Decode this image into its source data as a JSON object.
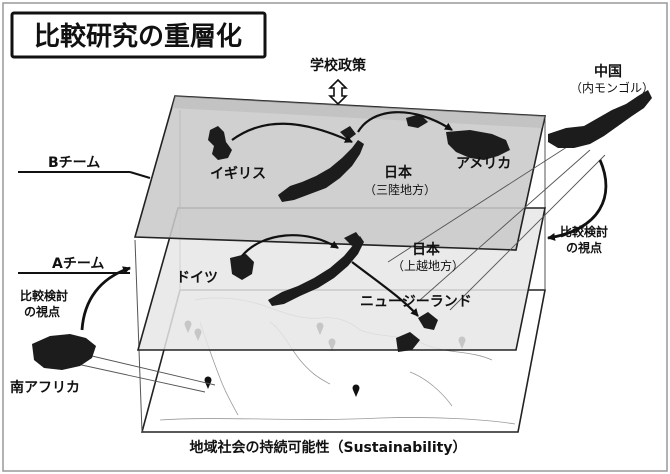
{
  "title": "比較研究の重層化",
  "labels": {
    "school_policy": "学校政策",
    "team_b": "Bチーム",
    "team_a": "Aチーム",
    "uk": "イギリス",
    "japan_b_name": "日本",
    "japan_b_region": "（三陸地方）",
    "usa": "アメリカ",
    "germany": "ドイツ",
    "japan_a_name": "日本",
    "japan_a_region": "（上越地方）",
    "new_zealand": "ニュージーランド",
    "china_name": "中国",
    "china_region": "（内モンゴル）",
    "viewpoint_right_1": "比較検討",
    "viewpoint_right_2": "の視点",
    "viewpoint_left_1": "比較検討",
    "viewpoint_left_2": "の視点",
    "south_africa": "南アフリカ",
    "sustainability": "地域社会の持続可能性（Sustainability）"
  },
  "colors": {
    "plane_b": "#c9c9c9",
    "plane_a": "#e6e6e6",
    "map_plane": "#ffffff",
    "silhouette": "#1c1c1c"
  }
}
